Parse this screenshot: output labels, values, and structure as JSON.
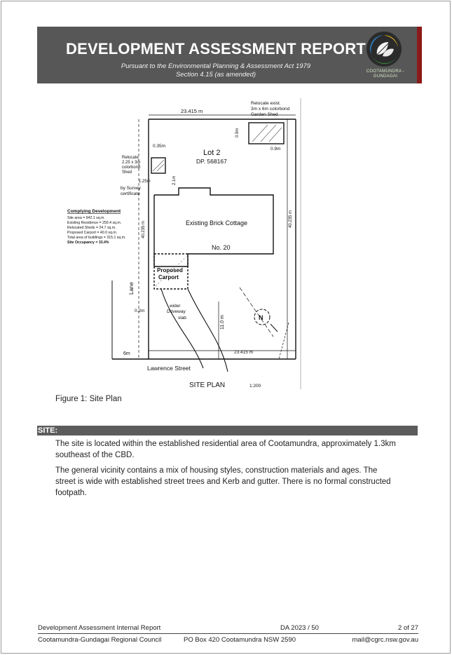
{
  "header": {
    "title": "DEVELOPMENT ASSESSMENT REPORT",
    "subtitle_line1": "Pursuant to the Environmental Planning & Assessment Act 1979",
    "subtitle_line2": "Section 4.15 (as amended)",
    "logo_text_line1": "COOTAMUNDRA -",
    "logo_text_line2": "GUNDAGAI",
    "accent_color": "#8b1a1a",
    "banner_color": "#575757"
  },
  "site_plan": {
    "top_dimension": "23.415 m",
    "bottom_dimension": "23.415 m",
    "left_side_dimension": "40.235 m",
    "right_side_dimension": "40.235 m",
    "lot": "Lot 2",
    "dp": "DP. 568167",
    "shed_note_1": "Relocate exist.",
    "shed_note_2": "3m x 6m colorbond",
    "shed_note_3": "Garden Shed",
    "dim_09m_vertical": "0.9m",
    "dim_09m_horizontal": "0.9m",
    "dim_035m": "0.35m",
    "relocate_shed_1": "Relocate",
    "relocate_shed_2": "2.25 x 3m",
    "relocate_shed_3": "colorbond",
    "relocate_shed_4": "Shed",
    "dim_125m": "1.25m",
    "survey_1": "by Survey",
    "survey_2": "certificate",
    "dim_2m": "2.1m",
    "cottage": "Existing Brick Cottage",
    "house_no": "No. 20",
    "carport_1": "Proposed",
    "carport_2": "Carport",
    "lane": "Lane",
    "dim_02m": "0.2m",
    "driveway_1": "wider",
    "driveway_2": "Driveway",
    "driveway_3": "slab",
    "dim_11m": "11.0 m",
    "dim_6m": "6m",
    "street": "Lawrence  Street",
    "plan_title": "SITE  PLAN",
    "scale": "1:200",
    "complying_title": "Complying Development",
    "complying_lines": [
      "Site area = 942.1 sq.m.",
      "Existing Residence = 250.4 sq.m.",
      "Relocated Sheds = 24.7 sq.m.",
      "Proposed Carport = 40.0 sq.m.",
      "Total area of buildings = 315.1 sq.m.",
      "Site Occupancy = 33.4%"
    ],
    "north": "N"
  },
  "figure_caption": "Figure 1: Site Plan",
  "section": {
    "title": "SITE:",
    "paragraph1": "The site is located within the established residential area of Cootamundra, approximately 1.3km southeast of the CBD.",
    "paragraph2": "The general vicinity contains a mix of housing styles, construction materials and ages.   The street is wide with established street trees and Kerb and gutter.  There is no formal constructed footpath."
  },
  "footer": {
    "report_name": "Development Assessment Internal Report",
    "da_number": "DA 2023 / 50",
    "page": "2 of 27",
    "council": "Cootamundra-Gundagai Regional Council",
    "address": "PO Box 420 Cootamundra NSW 2590",
    "email": "mail@cgrc.nsw.gov.au"
  }
}
